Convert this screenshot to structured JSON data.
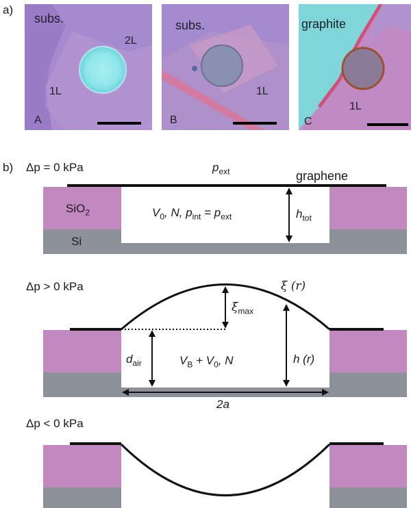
{
  "panel_a": {
    "label": "a)",
    "images": [
      {
        "letter": "A",
        "labels": {
          "subs": "subs.",
          "two_layer": "2L",
          "one_layer": "1L"
        }
      },
      {
        "letter": "B",
        "labels": {
          "subs": "subs.",
          "one_layer": "1L"
        }
      },
      {
        "letter": "C",
        "labels": {
          "graphite": "graphite",
          "one_layer": "1L"
        }
      }
    ]
  },
  "panel_b": {
    "label": "b)",
    "diagrams": [
      {
        "condition": "Δp = 0 kPa",
        "p_ext": "p",
        "p_ext_sub": "ext",
        "graphene": "graphene",
        "sio2": "SiO",
        "sio2_sub": "2",
        "si": "Si",
        "cavity_formula": "V",
        "cavity_formula_sub": "0",
        "cavity_formula_rest": ", N, p",
        "cavity_formula_sub2": "int",
        "cavity_formula_eq": " = p",
        "cavity_formula_sub3": "ext",
        "h_tot": "h",
        "h_tot_sub": "tot"
      },
      {
        "condition": "Δp > 0 kPa",
        "xi_r": "ξ (r)",
        "xi_max": "ξ",
        "xi_max_sub": "max",
        "d_air": "d",
        "d_air_sub": "air",
        "cavity_formula_a": "V",
        "cavity_formula_a_sub": "B",
        "cavity_formula_b": " + V",
        "cavity_formula_b_sub": "0",
        "cavity_formula_c": ", N",
        "h_r": "h (r)",
        "width": "2a"
      },
      {
        "condition": "Δp < 0 kPa"
      }
    ]
  },
  "colors": {
    "sio2": "#c288c0",
    "si": "#8c9098",
    "membrane": "#111111",
    "substrate_purple": "#9c80c4",
    "graphite_cyan": "#7fd6d8"
  }
}
